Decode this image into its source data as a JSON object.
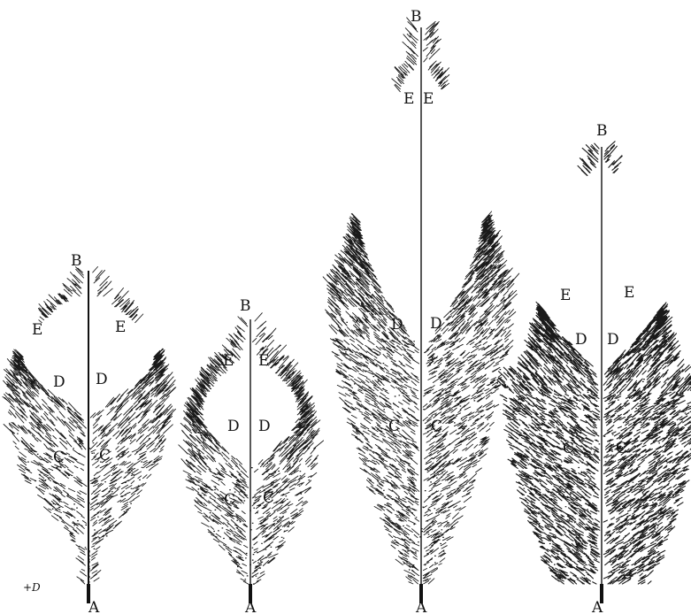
{
  "figure": {
    "signature": "+D",
    "feathers": [
      {
        "name": "feather-1",
        "labels": {
          "tip": "B",
          "base": "A",
          "e_left": "E",
          "e_right": "E",
          "d_left": "D",
          "d_right": "D",
          "c_left": "C",
          "c_right": "C"
        }
      },
      {
        "name": "feather-2",
        "labels": {
          "tip": "B",
          "base": "A",
          "e_left": "E",
          "e_right": "E",
          "d_left": "D",
          "d_right": "D",
          "c_left": "C",
          "c_right": "C"
        }
      },
      {
        "name": "feather-3",
        "labels": {
          "tip": "B",
          "base": "A",
          "e_left": "E",
          "e_right": "E",
          "d_left": "D",
          "d_right": "D",
          "c_left": "C",
          "c_right": "C"
        }
      },
      {
        "name": "feather-4",
        "labels": {
          "tip": "B",
          "base": "A",
          "e_left": "E",
          "e_right": "E",
          "d_left": "D",
          "d_right": "D",
          "c_left": "C",
          "c_right": "C"
        }
      }
    ]
  }
}
